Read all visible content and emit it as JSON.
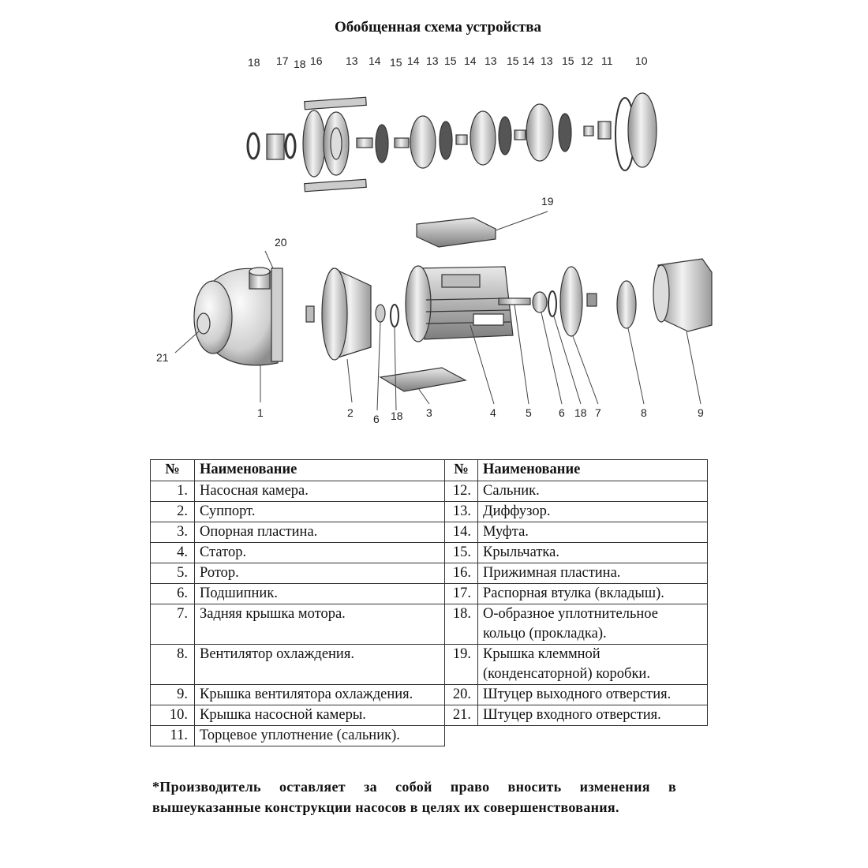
{
  "title": "Обобщенная схема устройства",
  "callouts_top": [
    "18",
    "17",
    "18",
    "16",
    "13",
    "14",
    "15",
    "14",
    "13",
    "15",
    "14",
    "13",
    "15",
    "14",
    "13",
    "15",
    "12",
    "11",
    "10"
  ],
  "callouts_bottom": [
    "19",
    "20",
    "21",
    "1",
    "2",
    "6",
    "18",
    "3",
    "4",
    "5",
    "6",
    "18",
    "7",
    "8",
    "9"
  ],
  "table": {
    "header": {
      "num": "№",
      "name": "Наименование"
    },
    "rows": [
      {
        "ln": "1.",
        "l": "Насосная камера.",
        "rn": "12.",
        "r": "Сальник."
      },
      {
        "ln": "2.",
        "l": "Суппорт.",
        "rn": "13.",
        "r": "Диффузор."
      },
      {
        "ln": "3.",
        "l": "Опорная пластина.",
        "rn": "14.",
        "r": "Муфта."
      },
      {
        "ln": "4.",
        "l": "Статор.",
        "rn": "15.",
        "r": "Крыльчатка."
      },
      {
        "ln": "5.",
        "l": "Ротор.",
        "rn": "16.",
        "r": "Прижимная пластина."
      },
      {
        "ln": "6.",
        "l": "Подшипник.",
        "rn": "17.",
        "r": "Распорная втулка (вкладыш)."
      },
      {
        "ln": "7.",
        "l": "Задняя крышка мотора.",
        "rn": "18.",
        "r": "О-образное уплотнительное кольцо (прокладка)."
      },
      {
        "ln": "8.",
        "l": "Вентилятор охлаждения.",
        "rn": "19.",
        "r": "Крышка клеммной (конденсаторной) коробки."
      },
      {
        "ln": "9.",
        "l": "Крышка вентилятора охлаждения.",
        "rn": "20.",
        "r": "Штуцер выходного отверстия."
      },
      {
        "ln": "10.",
        "l": "Крышка насосной камеры.",
        "rn": "21.",
        "r": "Штуцер входного отверстия."
      },
      {
        "ln": "11.",
        "l": "Торцевое уплотнение (сальник).",
        "rn": "",
        "r": ""
      }
    ]
  },
  "footnote": "*Производитель оставляет за собой право вносить изменения в вышеуказанные конструкции насосов в целях их совершенствования."
}
